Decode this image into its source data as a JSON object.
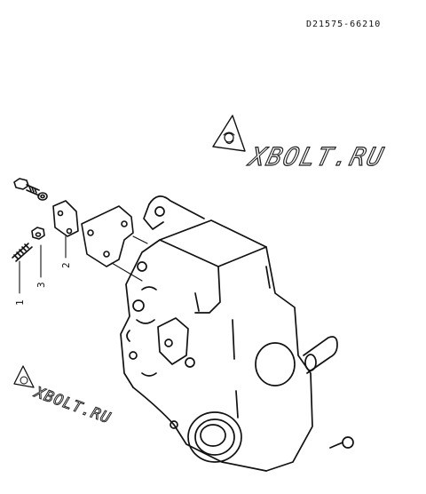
{
  "diagram": {
    "part_code": "D21575-66210",
    "callouts": [
      {
        "id": "1",
        "label": "1"
      },
      {
        "id": "2",
        "label": "2"
      },
      {
        "id": "3",
        "label": "3"
      }
    ]
  },
  "watermark": {
    "text_large": "XBOLT.RU",
    "text_small": "XBOLT.RU",
    "color": "#222222"
  },
  "colors": {
    "line": "#111111",
    "background": "#ffffff"
  }
}
